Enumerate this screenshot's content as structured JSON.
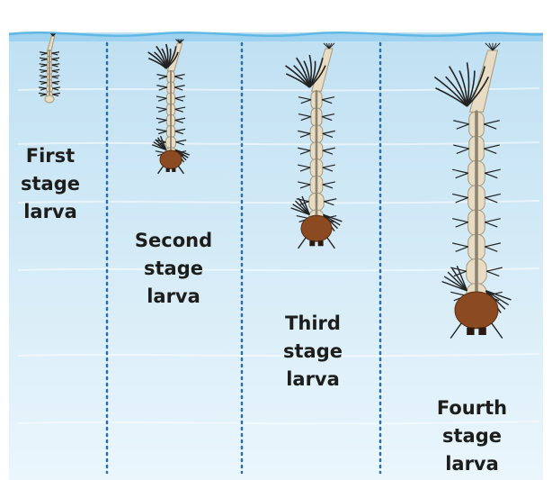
{
  "stages": [
    {
      "lines": [
        "First",
        "stage",
        "larva"
      ]
    },
    {
      "lines": [
        "Second",
        "stage",
        "larva"
      ]
    },
    {
      "lines": [
        "Third",
        "stage",
        "larva"
      ]
    },
    {
      "lines": [
        "Fourth",
        "stage",
        "larva"
      ]
    }
  ],
  "colors": {
    "water_top": "#bfe0f2",
    "water_bottom": "#e9f5fc",
    "surface_line": "#5fb8e6",
    "divider": "#2b6fa8",
    "body": "#e8dcc4",
    "body_stroke": "#a8987a",
    "gut": "#8c8270",
    "head": "#8b4a22",
    "bristle": "#222222",
    "text": "#1d1d1b"
  }
}
